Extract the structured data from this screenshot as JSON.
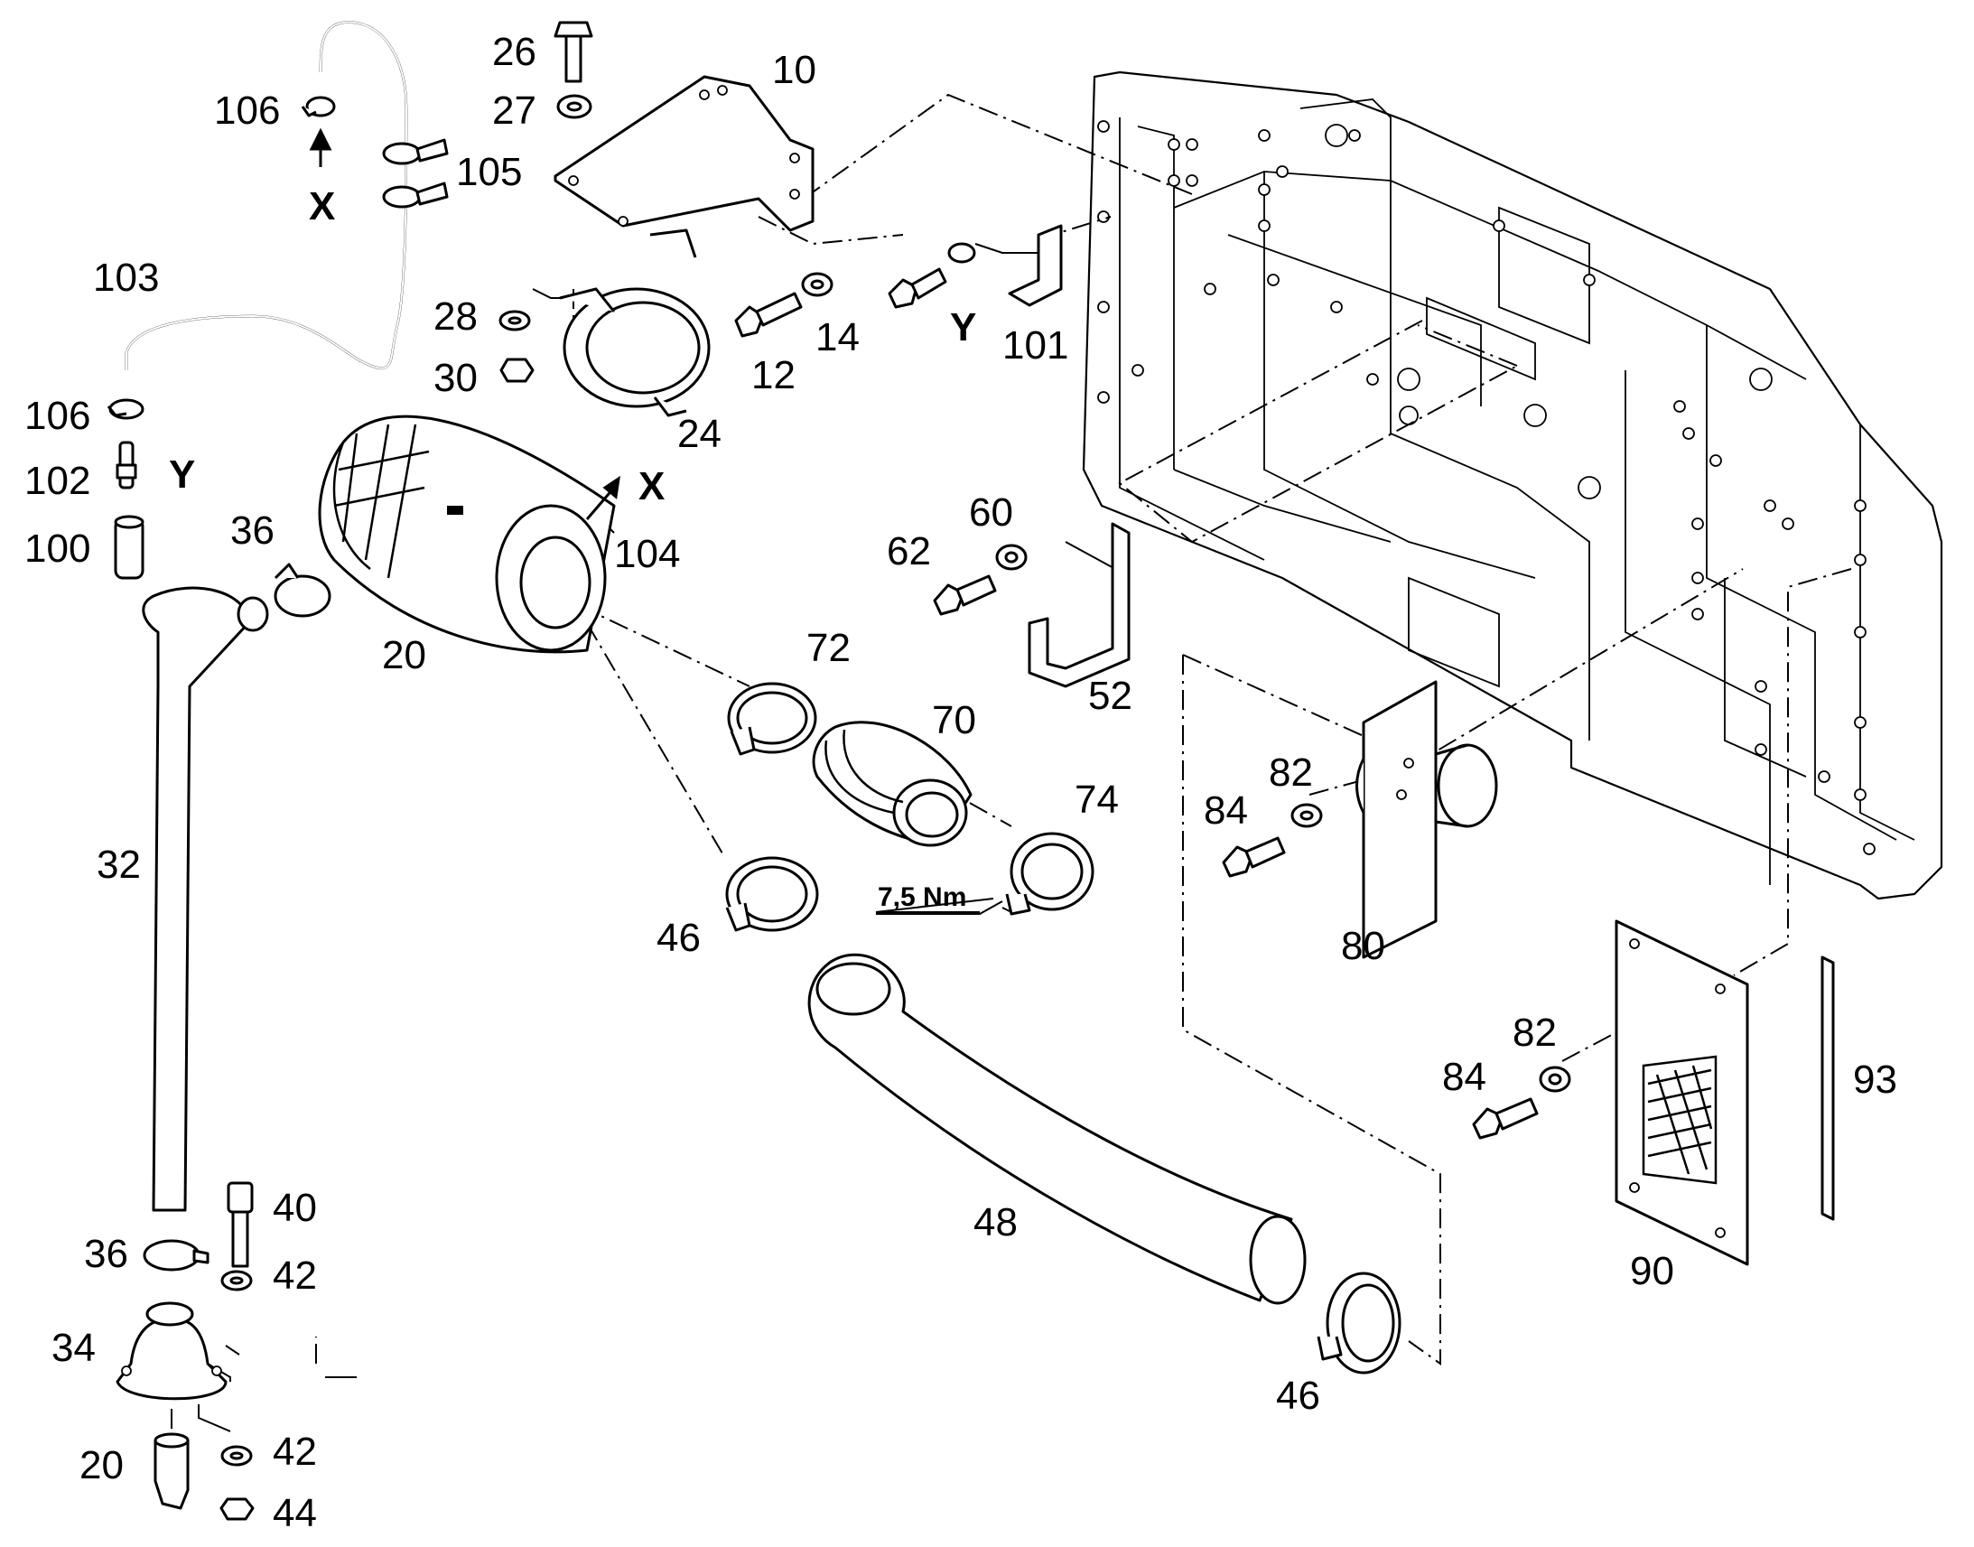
{
  "callouts": {
    "c10": "10",
    "c12": "12",
    "c14": "14",
    "c20a": "20",
    "c20b": "20",
    "c24": "24",
    "c26": "26",
    "c27": "27",
    "c28": "28",
    "c30": "30",
    "c32": "32",
    "c34": "34",
    "c36a": "36",
    "c36b": "36",
    "c40": "40",
    "c42a": "42",
    "c42b": "42",
    "c44": "44",
    "c46a": "46",
    "c46b": "46",
    "c48": "48",
    "c52": "52",
    "c60": "60",
    "c62": "62",
    "c70": "70",
    "c72": "72",
    "c74": "74",
    "c80": "80",
    "c82a": "82",
    "c82b": "82",
    "c84a": "84",
    "c84b": "84",
    "c90": "90",
    "c93": "93",
    "c100": "100",
    "c101": "101",
    "c102": "102",
    "c103": "103",
    "c104": "104",
    "c105": "105",
    "c106a": "106",
    "c106b": "106"
  },
  "markers": {
    "x1": "X",
    "x2": "X",
    "y1": "Y",
    "y2": "Y"
  },
  "torque_note": "7,5 Nm",
  "colors": {
    "line": "#000000",
    "background": "#ffffff"
  }
}
